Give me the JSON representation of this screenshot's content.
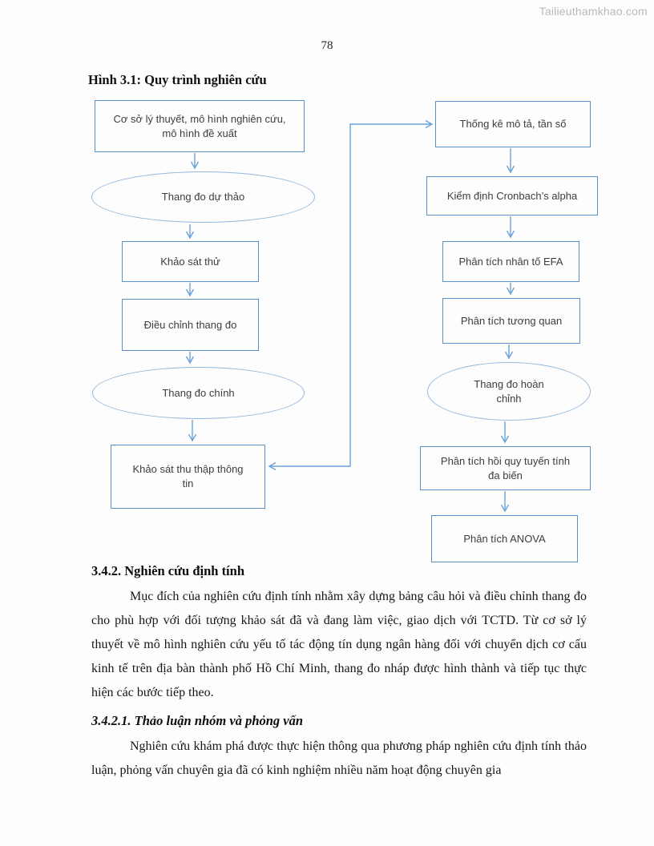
{
  "page": {
    "watermark": "Tailieuthamkhao.com",
    "page_number": "78"
  },
  "figure": {
    "title": "Hình 3.1: Quy trình nghiên cứu"
  },
  "flowchart": {
    "left_column": [
      {
        "shape": "rect",
        "label": "Cơ sở lý thuyết, mô hình nghiên cứu, mô hình đề xuất"
      },
      {
        "shape": "ellipse",
        "label": "Thang đo dự thảo"
      },
      {
        "shape": "rect",
        "label": "Khảo sát thử"
      },
      {
        "shape": "rect",
        "label": "Điều chỉnh thang đo"
      },
      {
        "shape": "ellipse",
        "label": "Thang đo chính"
      },
      {
        "shape": "rect",
        "label": "Khảo sát thu thập thông tin"
      }
    ],
    "right_column": [
      {
        "shape": "rect",
        "label": "Thống kê mô tả, tần số"
      },
      {
        "shape": "rect",
        "label": "Kiểm định Cronbach’s alpha"
      },
      {
        "shape": "rect",
        "label": "Phân tích nhân tố EFA"
      },
      {
        "shape": "rect",
        "label": "Phân tích tương quan"
      },
      {
        "shape": "ellipse",
        "label": "Thang đo hoàn chỉnh"
      },
      {
        "shape": "rect",
        "label": "Phân tích hồi quy tuyến tính đa biến"
      },
      {
        "shape": "rect",
        "label": "Phân tích ANOVA"
      }
    ],
    "colors": {
      "rect_border": "#5b8fc7",
      "ellipse_border": "#95b9dd",
      "arrow": "#6aa2d8"
    }
  },
  "sections": {
    "qualitative": {
      "heading": "3.4.2. Nghiên cứu định tính",
      "paragraph": "Mục đích của nghiên cứu định tính nhằm xây dựng bảng câu hỏi và điều chỉnh thang đo cho phù hợp với đối tượng khảo sát đã và đang làm việc, giao dịch với TCTD. Từ cơ sở lý thuyết về mô hình nghiên cứu yếu tố tác động tín dụng ngân hàng đối với chuyển dịch cơ cấu kinh tế trên địa bàn thành phố Hồ Chí Minh, thang đo nháp được hình thành và tiếp tục thực hiện các bước tiếp theo."
    },
    "discussion": {
      "heading": "3.4.2.1. Thảo luận nhóm và phỏng vấn",
      "paragraph": "Nghiên cứu khám phá được thực hiện thông qua phương pháp nghiên cứu định tính thảo luận, phỏng vấn chuyên gia đã có kinh nghiệm nhiều năm hoạt động chuyên gia"
    }
  }
}
